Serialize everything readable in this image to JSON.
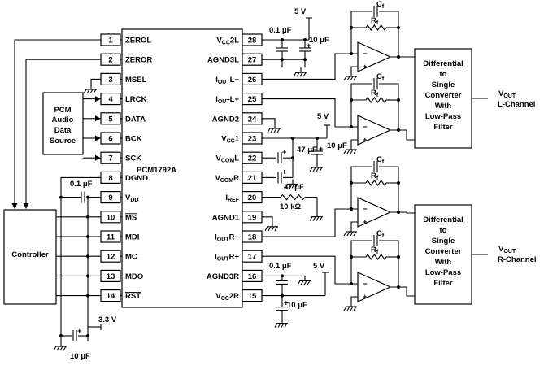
{
  "chip": {
    "name": "PCM1792A",
    "left_pins": [
      {
        "num": "1",
        "label": "ZEROL"
      },
      {
        "num": "2",
        "label": "ZEROR"
      },
      {
        "num": "3",
        "label": "MSEL"
      },
      {
        "num": "4",
        "label": "LRCK"
      },
      {
        "num": "5",
        "label": "DATA"
      },
      {
        "num": "6",
        "label": "BCK"
      },
      {
        "num": "7",
        "label": "SCK"
      },
      {
        "num": "8",
        "label": "DGND"
      },
      {
        "num": "9",
        "label": "VDD",
        "main": "V",
        "sub": "DD"
      },
      {
        "num": "10",
        "label": "MS",
        "overline": true
      },
      {
        "num": "11",
        "label": "MDI"
      },
      {
        "num": "12",
        "label": "MC"
      },
      {
        "num": "13",
        "label": "MDO"
      },
      {
        "num": "14",
        "label": "RST",
        "overline": true
      }
    ],
    "right_pins": [
      {
        "num": "28",
        "label": "VCC2L",
        "main": "V",
        "sub": "CC",
        "tail": "2L"
      },
      {
        "num": "27",
        "label": "AGND3L"
      },
      {
        "num": "26",
        "label": "IOUTL−",
        "main": "I",
        "sub": "OUT",
        "tail": "L−"
      },
      {
        "num": "25",
        "label": "IOUTL+",
        "main": "I",
        "sub": "OUT",
        "tail": "L+"
      },
      {
        "num": "24",
        "label": "AGND2"
      },
      {
        "num": "23",
        "label": "VCC1",
        "main": "V",
        "sub": "CC",
        "tail": "1"
      },
      {
        "num": "22",
        "label": "VCOML",
        "main": "V",
        "sub": "COM",
        "tail": "L"
      },
      {
        "num": "21",
        "label": "VCOMR",
        "main": "V",
        "sub": "COM",
        "tail": "R"
      },
      {
        "num": "20",
        "label": "IREF",
        "main": "I",
        "sub": "REF",
        "tail": ""
      },
      {
        "num": "19",
        "label": "AGND1"
      },
      {
        "num": "18",
        "label": "IOUTR−",
        "main": "I",
        "sub": "OUT",
        "tail": "R−"
      },
      {
        "num": "17",
        "label": "IOUTR+",
        "main": "I",
        "sub": "OUT",
        "tail": "R+"
      },
      {
        "num": "16",
        "label": "AGND3R"
      },
      {
        "num": "15",
        "label": "VCC2R",
        "main": "V",
        "sub": "CC",
        "tail": "2R"
      }
    ]
  },
  "blocks": {
    "pcm_source": [
      "PCM",
      "Audio",
      "Data",
      "Source"
    ],
    "controller": "Controller",
    "diff_top": [
      "Differential",
      "to",
      "Single",
      "Converter",
      "With",
      "Low-Pass",
      "Filter"
    ],
    "diff_bottom": [
      "Differential",
      "to",
      "Single",
      "Converter",
      "With",
      "Low-Pass",
      "Filter"
    ]
  },
  "labels": {
    "v5_top": "5 V",
    "v5_mid": "5 V",
    "v5_bot": "5 V",
    "v33": "3.3 V",
    "cap_01_top": "0.1 μF",
    "cap_10_top": "10 μF",
    "cap_10_mid": "10 μF",
    "cap_47_a": "47 μF",
    "cap_47_b": "47 μF",
    "res_10k": "10 kΩ",
    "cap_01_vdd": "0.1 μF",
    "cap_10_vdd": "10 μF",
    "cap_01_bot": "0.1 μF",
    "cap_10_bot": "10 μF",
    "cf": "C",
    "cf_sub": "f",
    "rf": "R",
    "rf_sub": "f",
    "vout_top_main": "V",
    "vout_top_sub": "OUT",
    "vout_top_ch": "L-Channel",
    "vout_bot_main": "V",
    "vout_bot_sub": "OUT",
    "vout_bot_ch": "R-Channel",
    "plus": "+"
  }
}
